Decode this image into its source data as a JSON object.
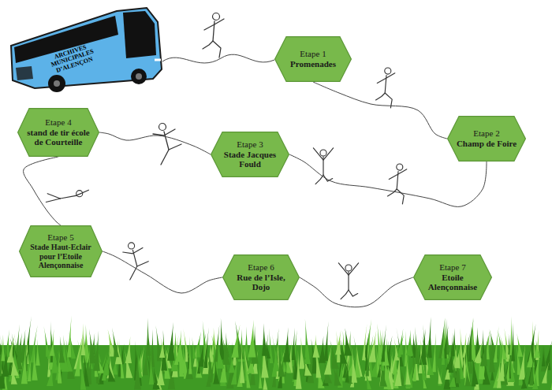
{
  "diagram": {
    "nodes": [
      {
        "text": [
          "Etape 1",
          "Promenades"
        ]
      },
      {
        "text": [
          "Etape 2",
          "Champ de Foire"
        ]
      },
      {
        "text": [
          "Etape 3",
          "Stade Jacques Fould"
        ]
      },
      {
        "text": [
          "Etape 4",
          "stand de tir école de Courteille"
        ]
      },
      {
        "text": [
          "Etape 5",
          "Stade Haut-Eclair pour l’Etoile Alençonnaise"
        ]
      },
      {
        "text": [
          "Etape 6",
          "Rue de l’Isle, Dojo"
        ]
      },
      {
        "text": [
          "Etape 7",
          "Etoile Alençonnaise"
        ]
      }
    ],
    "edges": [
      {
        "from": 0,
        "to": 1,
        "arrow": "none"
      },
      {
        "from": 1,
        "to": 2,
        "arrow": "none"
      },
      {
        "from": 2,
        "to": 3,
        "arrow": "none"
      },
      {
        "from": 3,
        "to": 4,
        "arrow": "none"
      },
      {
        "from": 4,
        "to": 5,
        "arrow": "none"
      },
      {
        "from": 5,
        "to": 6,
        "arrow": "none"
      }
    ],
    "labels": [
      "ARCHIVES MUNICIPALES D’ALENÇON"
    ]
  }
}
